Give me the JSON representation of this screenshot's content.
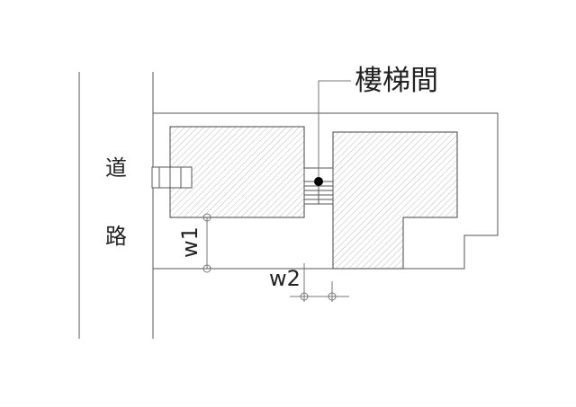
{
  "labels": {
    "road_char_1": "道",
    "road_char_2": "路",
    "stairwell": "樓梯間",
    "w1": "w1",
    "w2": "w2"
  },
  "colors": {
    "line": "#555555",
    "hatch": "#9a9a9a",
    "text": "#222222"
  }
}
